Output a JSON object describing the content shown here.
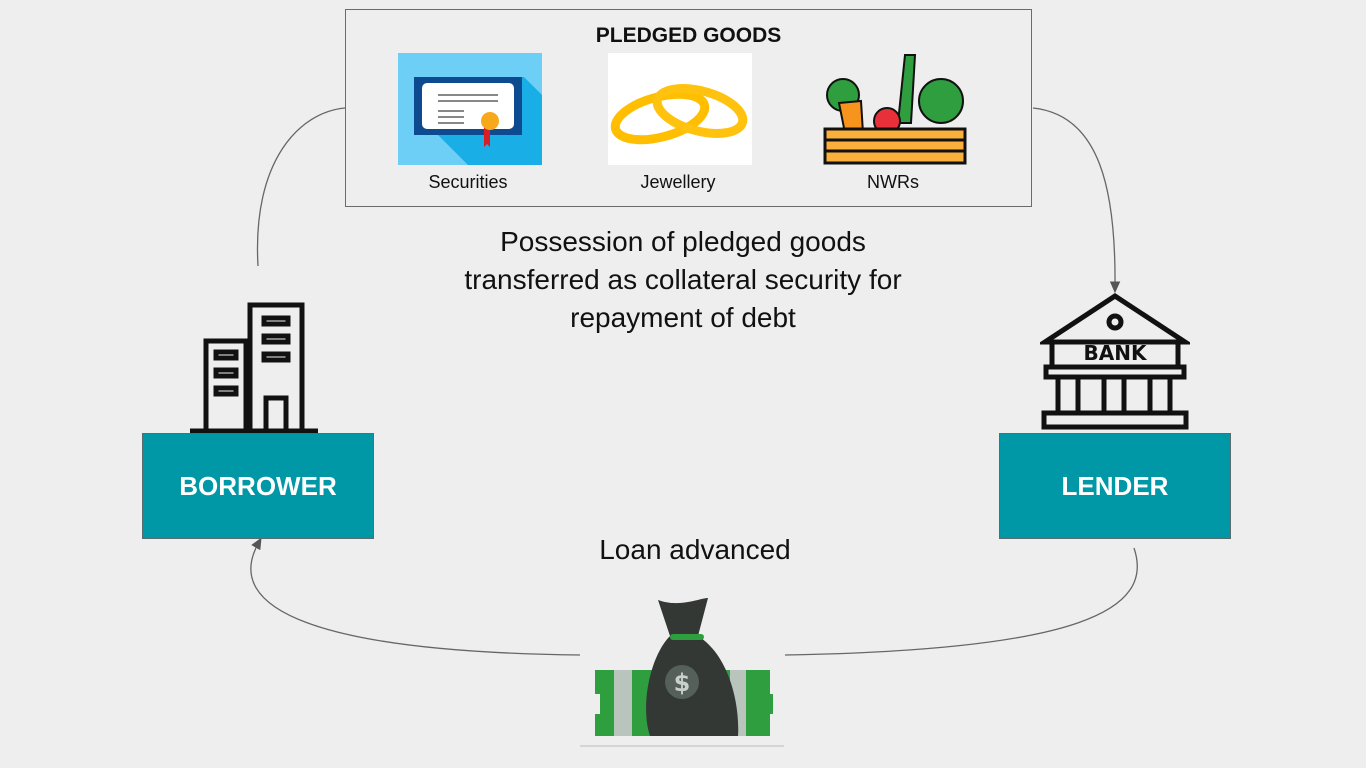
{
  "pledged_goods": {
    "title": "PLEDGED GOODS",
    "items": [
      {
        "label": "Securities",
        "icon": "certificate-icon"
      },
      {
        "label": "Jewellery",
        "icon": "rings-icon"
      },
      {
        "label": "NWRs",
        "icon": "vegetable-crate-icon"
      }
    ]
  },
  "collateral_caption": [
    "Possession of pledged goods",
    "transferred as collateral security for",
    "repayment of debt"
  ],
  "loan_caption": "Loan advanced",
  "borrower": {
    "label": "BORROWER",
    "icon": "office-building-icon"
  },
  "lender": {
    "label": "LENDER",
    "icon": "bank-icon",
    "icon_text": "BANK"
  },
  "money_icon": {
    "icon": "money-bag-icon",
    "symbol": "$"
  },
  "colors": {
    "party_box": "#0097a7",
    "background": "#eeeeee",
    "gold": "#ffbf00",
    "money_green": "#2e9e3e"
  }
}
